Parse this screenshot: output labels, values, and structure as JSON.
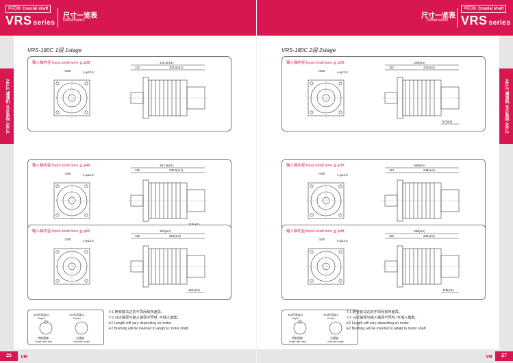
{
  "header": {
    "tag_cn": "同芯轴",
    "tag_en": "Coaxial shaft",
    "series": "VRS",
    "series_suffix": "series",
    "title": "尺寸一览表",
    "subtitle": "Dimensions"
  },
  "sidetab": "ABLE 减速机 VRS系列 ABLE REDUCER VRS SERIES",
  "footer": {
    "left_page": "26",
    "right_page": "27",
    "mark": "VR"
  },
  "left_page": {
    "heading": "VRS-180C  1段  1stage",
    "panels": [
      {
        "bore": "输入轴内径  Input shaft bore  ≦ φ28",
        "overall": "315.5(※1)",
        "len1": "112",
        "len2": "203.5(※1)",
        "sq": "□180",
        "holes": "4-φ13.5",
        "tail": ""
      },
      {
        "bore": "输入轴内径  Input shaft bore  ≦ φ48",
        "overall": "351.5(※1)",
        "len1": "112",
        "len2": "239.5(※1)",
        "sq": "□180",
        "holes": "4-φ13.5",
        "tail": "118(※1)"
      },
      {
        "bore": "输入轴内径  Input shaft bore  ≦ φ65",
        "overall": "363(※1)",
        "len1": "112",
        "len2": "251(※1)",
        "sq": "□180",
        "holes": "4-φ13.5",
        "tail": "122(※1)"
      }
    ]
  },
  "right_page": {
    "heading": "VRS-180C  2段  2stage",
    "panels": [
      {
        "bore": "输入轴内径  Input shaft bore  ≦ φ28",
        "overall": "345(※1)",
        "len1": "112",
        "len2": "233(※1)",
        "sq": "□180",
        "holes": "4-φ13.5",
        "tail": "57(※1)"
      },
      {
        "bore": "输入轴内径  Input shaft bore  ≦ φ38",
        "overall": "360(※1)",
        "len1": "112",
        "len2": "248(※1)",
        "sq": "□180",
        "holes": "4-φ13.5",
        "tail": ""
      },
      {
        "bore": "输入轴内径  Input shaft bore  ≦ φ48",
        "overall": "396(※1)",
        "len1": "112",
        "len2": "284(※1)",
        "sq": "□180",
        "holes": "4-φ13.5",
        "tail": "118(※1)"
      }
    ]
  },
  "notes": [
    "※1  随安装马达的不同而有所差异。",
    "※2  马达轴径与输入轴径不同时, 可插入轴套。",
    "※1  Length will vary depending on motor.",
    "※2  Bushing will be inserted to adapt to motor shaft."
  ],
  "legend": {
    "label1": "※D的深度(t)",
    "label2": "※D的深度(t)",
    "depth": "Depth",
    "cap1": "带剪键轴",
    "cap1_en": "Shaft with key",
    "cap2": "光键轴",
    "cap2_en": "Smooth shaft"
  }
}
